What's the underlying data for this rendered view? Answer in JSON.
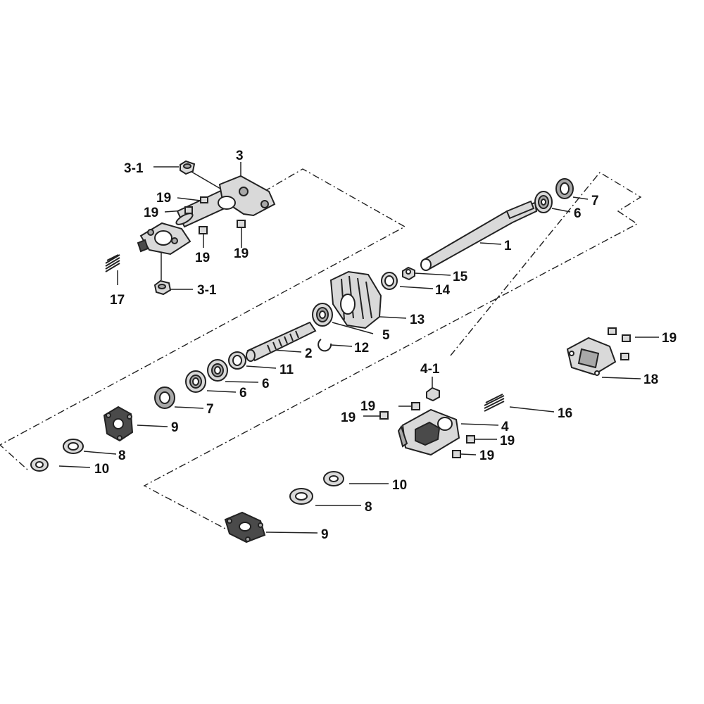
{
  "diagram": {
    "callouts": [
      {
        "id": "c-3-1-top",
        "text": "3-1"
      },
      {
        "id": "c-3",
        "text": "3"
      },
      {
        "id": "c-19-a",
        "text": "19"
      },
      {
        "id": "c-19-b",
        "text": "19"
      },
      {
        "id": "c-19-c",
        "text": "19"
      },
      {
        "id": "c-19-d",
        "text": "19"
      },
      {
        "id": "c-17",
        "text": "17"
      },
      {
        "id": "c-3-1-bot",
        "text": "3-1"
      },
      {
        "id": "c-7-top",
        "text": "7"
      },
      {
        "id": "c-6-top",
        "text": "6"
      },
      {
        "id": "c-1",
        "text": "1"
      },
      {
        "id": "c-15",
        "text": "15"
      },
      {
        "id": "c-14",
        "text": "14"
      },
      {
        "id": "c-13",
        "text": "13"
      },
      {
        "id": "c-5",
        "text": "5"
      },
      {
        "id": "c-12",
        "text": "12"
      },
      {
        "id": "c-2",
        "text": "2"
      },
      {
        "id": "c-11",
        "text": "11"
      },
      {
        "id": "c-6-mid-a",
        "text": "6"
      },
      {
        "id": "c-6-mid-b",
        "text": "6"
      },
      {
        "id": "c-7-mid",
        "text": "7"
      },
      {
        "id": "c-9-left",
        "text": "9"
      },
      {
        "id": "c-8-left",
        "text": "8"
      },
      {
        "id": "c-10-left",
        "text": "10"
      },
      {
        "id": "c-19-e",
        "text": "19"
      },
      {
        "id": "c-18",
        "text": "18"
      },
      {
        "id": "c-4-1",
        "text": "4-1"
      },
      {
        "id": "c-19-f",
        "text": "19"
      },
      {
        "id": "c-19-g",
        "text": "19"
      },
      {
        "id": "c-16",
        "text": "16"
      },
      {
        "id": "c-4",
        "text": "4"
      },
      {
        "id": "c-19-h",
        "text": "19"
      },
      {
        "id": "c-19-i",
        "text": "19"
      },
      {
        "id": "c-10-right",
        "text": "10"
      },
      {
        "id": "c-8-right",
        "text": "8"
      },
      {
        "id": "c-9-right",
        "text": "9"
      }
    ]
  }
}
